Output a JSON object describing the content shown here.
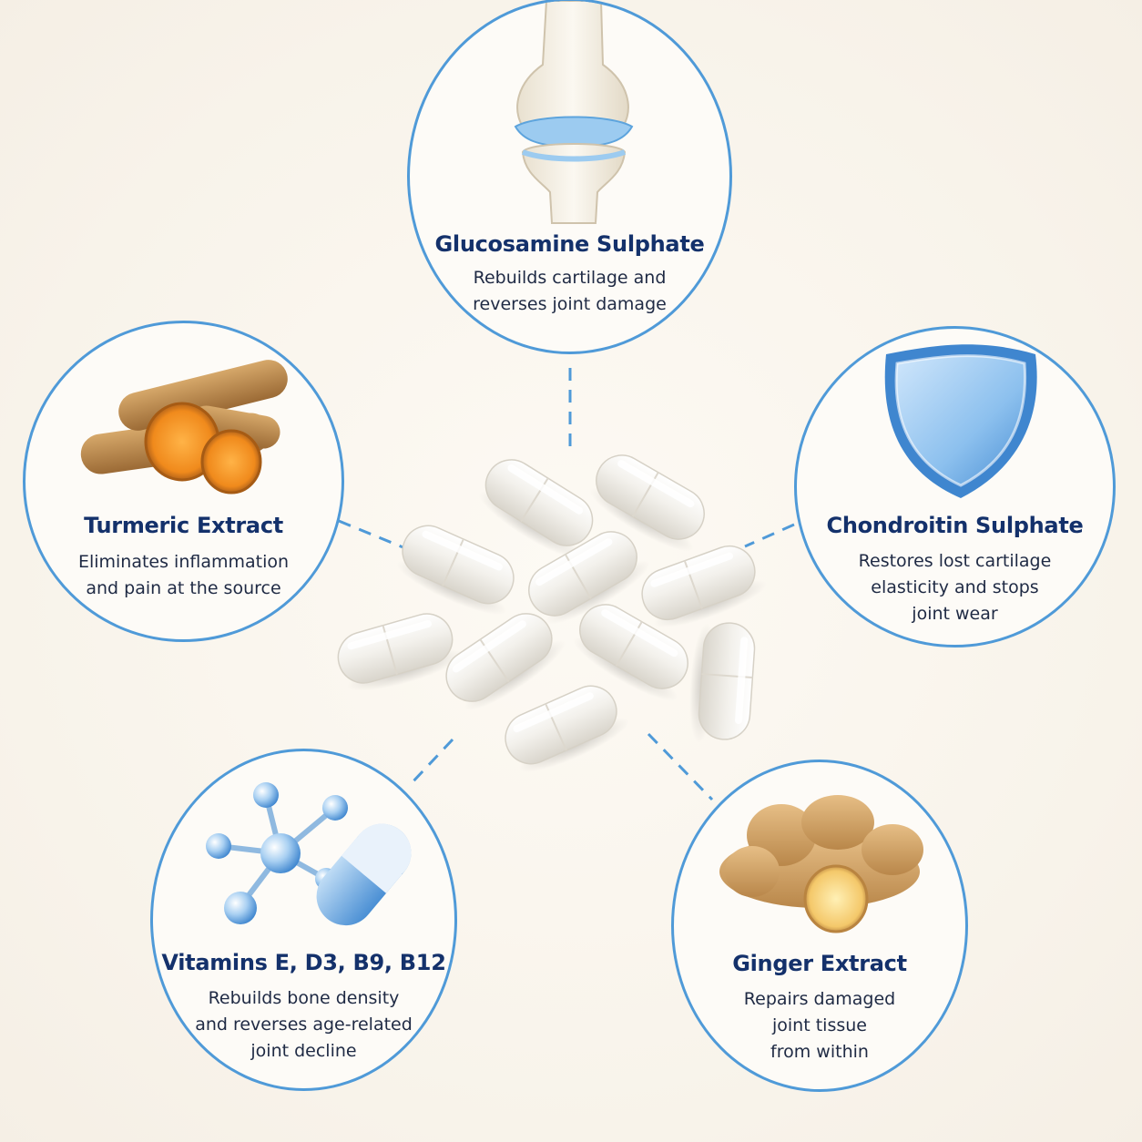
{
  "colors": {
    "accent_blue": "#4f9ad8",
    "title_navy": "#14316b",
    "background": "#faf6ef"
  },
  "ingredients": {
    "glucosamine": {
      "icon": "knee-joint-icon",
      "title": "Glucosamine Sulphate",
      "desc": [
        "Rebuilds cartilage and",
        "reverses joint damage"
      ]
    },
    "turmeric": {
      "icon": "turmeric-root-icon",
      "title": "Turmeric Extract",
      "desc": [
        "Eliminates inflammation",
        "and pain at the source"
      ]
    },
    "chondroitin": {
      "icon": "shield-icon",
      "title": "Chondroitin Sulphate",
      "desc": [
        "Restores lost cartilage",
        "elasticity and stops",
        "joint wear"
      ]
    },
    "vitamins": {
      "icon": "molecule-capsule-icon",
      "title": "Vitamins E, D3, B9, B12",
      "desc": [
        "Rebuilds bone density",
        "and reverses age-related",
        "joint decline"
      ]
    },
    "ginger": {
      "icon": "ginger-root-icon",
      "title": "Ginger Extract",
      "desc": [
        "Repairs damaged",
        "joint tissue",
        "from within"
      ]
    }
  }
}
